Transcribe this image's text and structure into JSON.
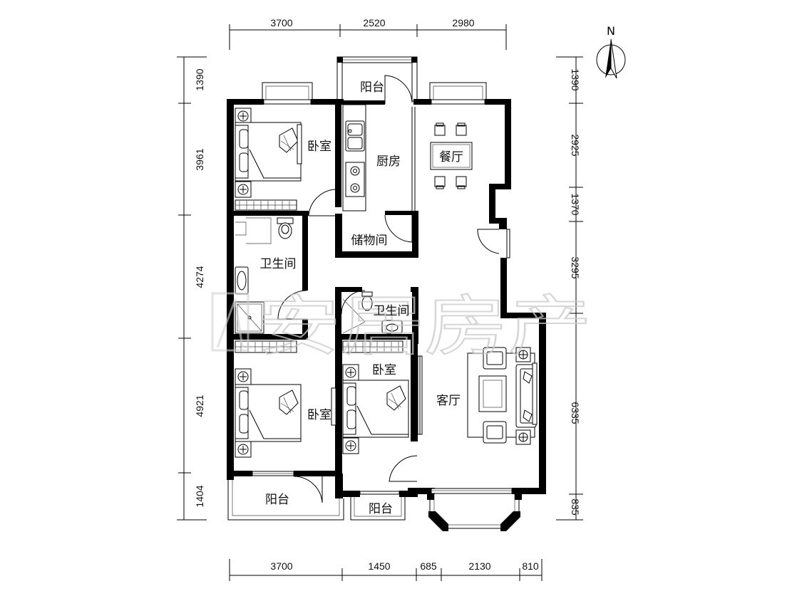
{
  "compass": {
    "north": "N"
  },
  "watermark": {
    "text": "安居房产"
  },
  "dimensions": {
    "top": [
      "3700",
      "2520",
      "2980"
    ],
    "bottom": [
      "3700",
      "1450",
      "685",
      "2130",
      "810"
    ],
    "left": [
      "1390",
      "3961",
      "4274",
      "4921",
      "1404"
    ],
    "right": [
      "1390",
      "2925",
      "1370",
      "3295",
      "6335",
      "835"
    ]
  },
  "rooms": {
    "balcony_top": "阳台",
    "bedroom_top": "卧室",
    "kitchen": "厨房",
    "dining": "餐厅",
    "storage": "储物间",
    "bathroom_left": "卫生间",
    "bathroom_center": "卫生间",
    "bedroom_bottom_left": "卧室",
    "bedroom_bottom_mid": "卧室",
    "living": "客厅",
    "balcony_bottom_left": "阳台",
    "balcony_bottom_mid": "阳台"
  }
}
